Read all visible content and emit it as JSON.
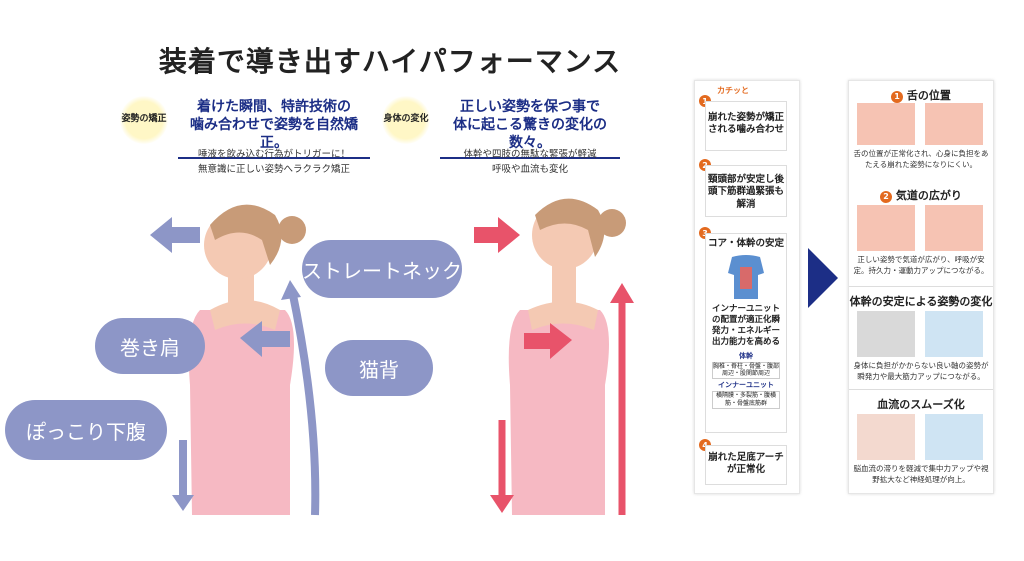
{
  "title": "装着で導き出すハイパフォーマンス",
  "left_block": {
    "badge": "姿勢の矯正",
    "headline_1": "着けた瞬間、特許技術の",
    "headline_2": "噛み合わせで姿勢を自然矯正。",
    "sub_1": "唾液を飲み込む行為がトリガーに！",
    "sub_2": "無意識に正しい姿勢へラクラク矯正"
  },
  "right_block": {
    "badge": "身体の変化",
    "headline_1": "正しい姿勢を保つ事で",
    "headline_2": "体に起こる驚きの変化の数々。",
    "sub_1": "体幹や四肢の無駄な緊張が軽減",
    "sub_2": "呼吸や血流も変化"
  },
  "bubbles": {
    "straight_neck": "ストレートネック",
    "rounded_shoulder": "巻き肩",
    "hunchback": "猫背",
    "belly": "ぽっこり下腹"
  },
  "steps": {
    "tag": "カチッと",
    "items": [
      {
        "num": "1",
        "text": "崩れた姿勢が矯正される噛み合わせ"
      },
      {
        "num": "2",
        "text": "頸頭部が安定し後頭下筋群過緊張も解消"
      },
      {
        "num": "3",
        "text": "コア・体幹の安定"
      },
      {
        "num": "4",
        "text": "崩れた足底アーチが正常化"
      }
    ],
    "core_text": "インナーユニットの配置が適正化瞬発力・エネルギー出力能力を高める",
    "trunk_label": "体幹",
    "trunk_detail": "胸椎・脊柱・骨盤・腹部周辺・股関節周辺",
    "inner_label": "インナーユニット",
    "inner_detail": "横隔膜・多裂筋・腹横筋・骨盤底筋群"
  },
  "results": {
    "tongue_num": "1",
    "tongue_title": "舌の位置",
    "tongue_text": "舌の位置が正常化され、心身に負担をあたえる崩れた姿勢になりにくい。",
    "airway_num": "2",
    "airway_title": "気道の広がり",
    "airway_text": "正しい姿勢で気道が広がり、呼吸が安定。持久力・運動力アップにつながる。",
    "trunk_title": "体幹の安定による姿勢の変化",
    "trunk_text": "身体に負担がかからない良い軸の姿勢が瞬発力や最大筋力アップにつながる。",
    "blood_title": "血流のスムーズ化",
    "blood_text": "脳血流の滞りを軽減で集中力アップや視野拡大など神経処理が向上。"
  },
  "colors": {
    "navy": "#1c2e86",
    "bubble": "#8d96c7",
    "red": "#e8536a",
    "orange": "#e36a1f"
  }
}
